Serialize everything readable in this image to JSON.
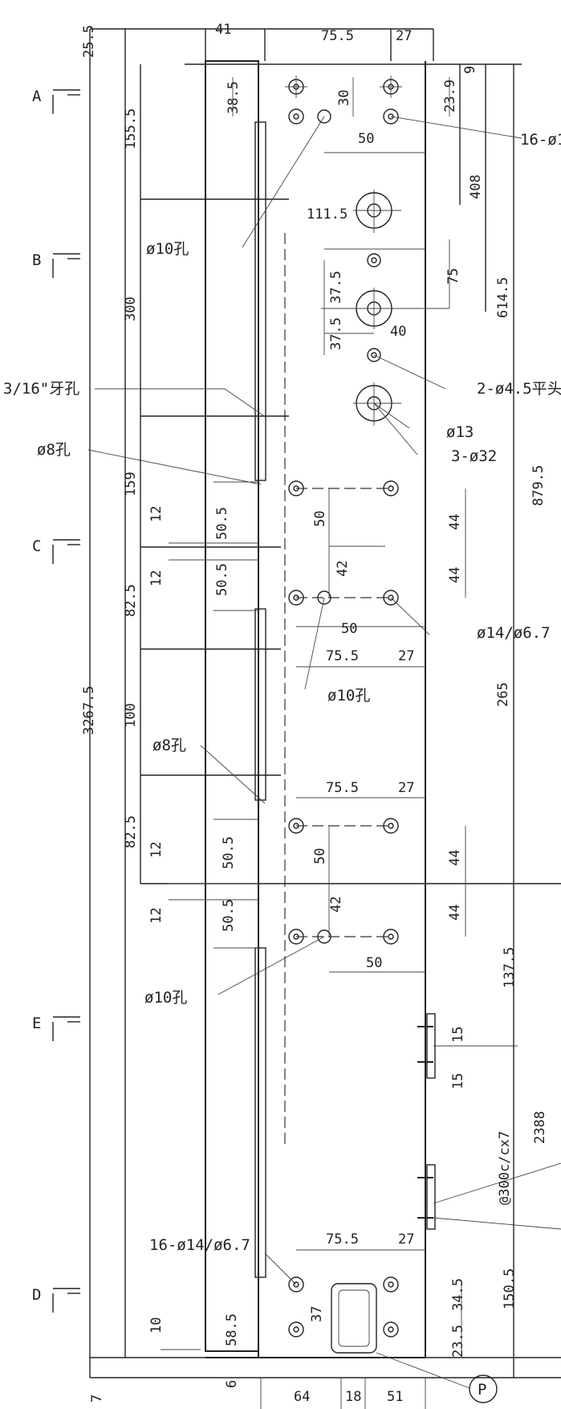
{
  "sections": [
    {
      "letter": "A"
    },
    {
      "letter": "B"
    },
    {
      "letter": "C"
    },
    {
      "letter": "E"
    },
    {
      "letter": "D"
    }
  ],
  "dimensions": {
    "d_25_5": "25.5",
    "d_41": "41",
    "d_75_5_top": "75.5",
    "d_27_top": "27",
    "d_9": "9",
    "d_38_5": "38.5",
    "d_30": "30",
    "d_23_9": "23.9",
    "d_155_5": "155.5",
    "d_50_top": "50",
    "d_408": "408",
    "d_111_5": "111.5",
    "d_37_5_a": "37.5",
    "d_37_5_b": "37.5",
    "d_75": "75",
    "d_40": "40",
    "d_614_5": "614.5",
    "d_300": "300",
    "d_879_5": "879.5",
    "d_159": "159",
    "d_12_a": "12",
    "d_50_5_a": "50.5",
    "d_50_c": "50",
    "d_44_a": "44",
    "d_12_b": "12",
    "d_50_5_b": "50.5",
    "d_42_c": "42",
    "d_44_b": "44",
    "d_82_5_a": "82.5",
    "d_50_c2": "50",
    "d_75_5_c": "75.5",
    "d_27_c": "27",
    "d_265": "265",
    "d_3267_5": "3267.5",
    "d_100": "100",
    "d_75_5_d": "75.5",
    "d_27_d": "27",
    "d_82_5_b": "82.5",
    "d_12_c": "12",
    "d_50_5_c": "50.5",
    "d_50_d": "50",
    "d_44_c": "44",
    "d_12_d": "12",
    "d_50_5_d": "50.5",
    "d_42_d": "42",
    "d_44_d": "44",
    "d_50_d2": "50",
    "d_137_5": "137.5",
    "d_15_a": "15",
    "d_15_b": "15",
    "d_2388": "2388",
    "d_75_5_e": "75.5",
    "d_27_e": "27",
    "d_150_5": "150.5",
    "d_34_5": "34.5",
    "d_37": "37",
    "d_58_5": "58.5",
    "d_10": "10",
    "d_23_5": "23.5",
    "d_7": "7",
    "d_6": "6",
    "d_64": "64",
    "d_18": "18",
    "d_51": "51"
  },
  "labels": {
    "hole_16_top": "16-ø1",
    "hole_10_a": "ø10孔",
    "thread_hole": "3/16\"牙孔",
    "hole_8_a": "ø8孔",
    "slot_2_4_5": "2-ø4.5平头",
    "hole_13": "ø13",
    "hole_3_32": "3-ø32",
    "hole_14_6_7": "ø14/ø6.7",
    "hole_10_b": "ø10孔",
    "hole_8_b": "ø8孔",
    "hole_10_c": "ø10孔",
    "pitch": "@300c/cx7",
    "hole_16_bottom": "16-ø14/ø6.7",
    "marker_p": "P"
  }
}
